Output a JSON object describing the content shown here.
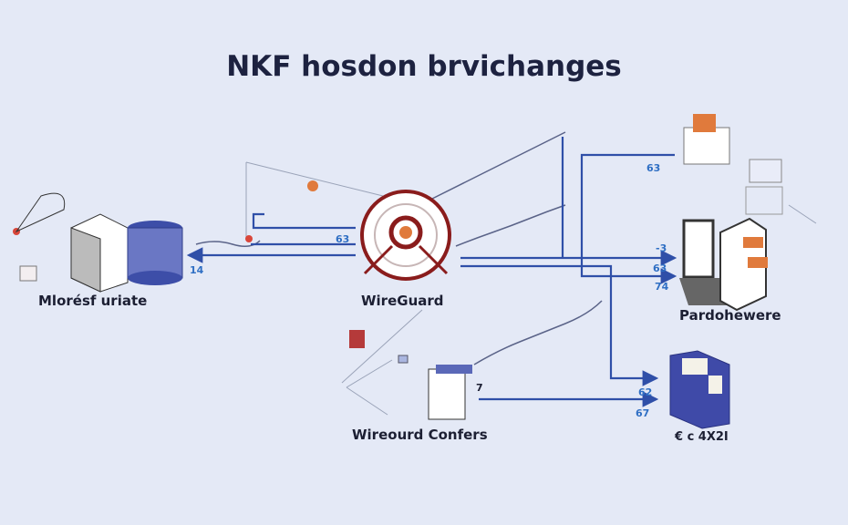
{
  "title": "NKF hosdon brvichanges",
  "nodes": {
    "left": "Mlorésf uriate",
    "center": "WireGuard",
    "bottom": "Wireourd Confers",
    "right": "Pardohewere",
    "bottom_right": "€ c 4X2I"
  },
  "edge_labels": {
    "left_top": "63",
    "left_bottom": "14",
    "top_right": "63",
    "right_a": "-3",
    "right_b": "63",
    "right_c": "74",
    "bottom_right_a": "62",
    "bottom_right_b": "67",
    "bottom_center": "7"
  },
  "colors": {
    "line": "#2f4fa8",
    "accent": "#e07a3c",
    "gear": "#8a1c1c"
  }
}
